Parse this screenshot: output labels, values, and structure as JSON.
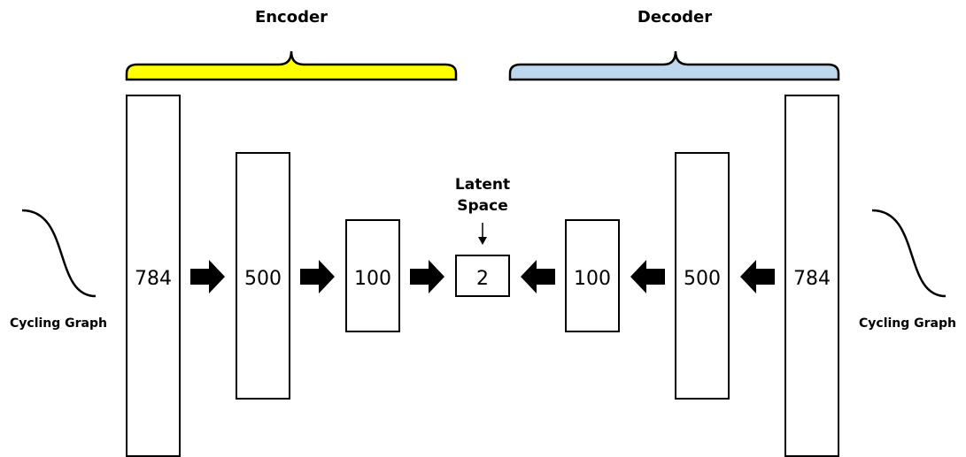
{
  "encoder": {
    "title": "Encoder",
    "color": "#ffff00",
    "layers": [
      "784",
      "500",
      "100"
    ]
  },
  "decoder": {
    "title": "Decoder",
    "color": "#bdd7ee",
    "layers": [
      "100",
      "500",
      "784"
    ]
  },
  "latent": {
    "label_line1": "Latent",
    "label_line2": "Space",
    "value": "2"
  },
  "input_graph": {
    "label": "Cycling Graph"
  },
  "output_graph": {
    "label": "Cycling Graph"
  }
}
